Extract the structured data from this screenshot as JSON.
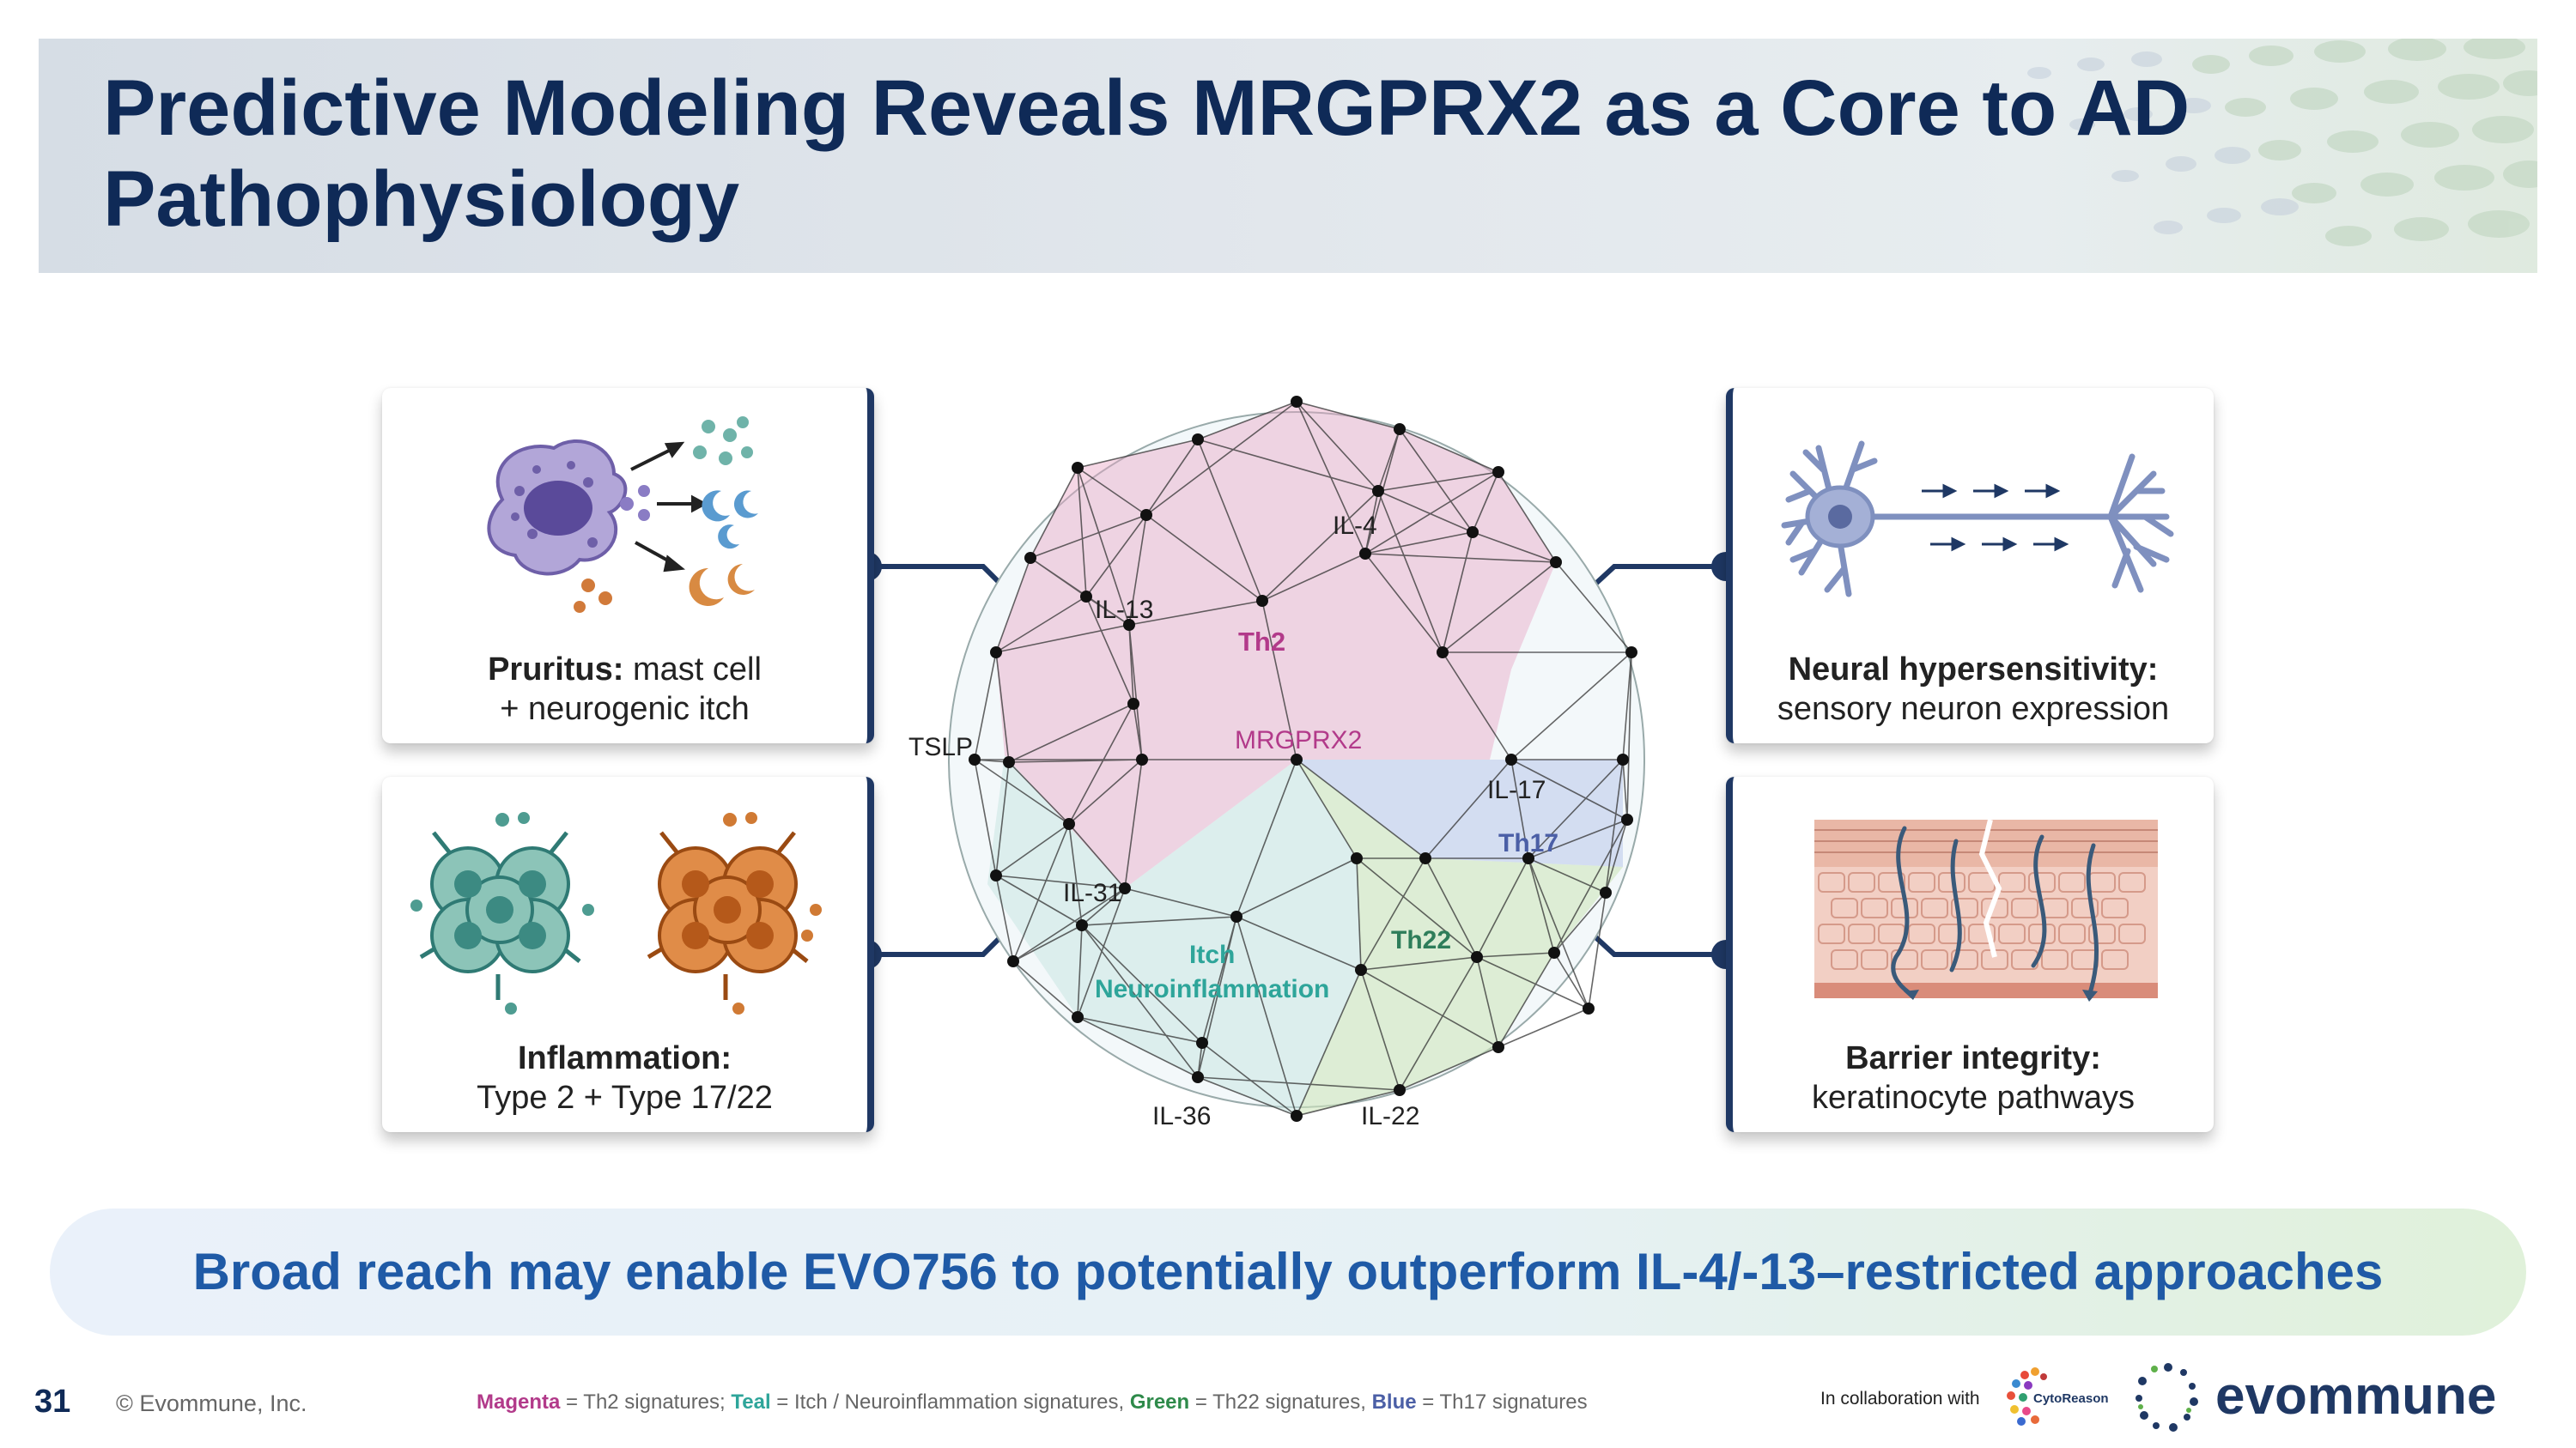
{
  "slide": {
    "title": "Predictive Modeling Reveals MRGPRX2 as a Core to AD Pathophysiology",
    "number": "31",
    "copyright": "© Evommune, Inc."
  },
  "panels": {
    "pruritus": {
      "bold": "Pruritus:",
      "rest": " mast cell",
      "line2": "+ neurogenic itch"
    },
    "inflammation": {
      "bold": "Inflammation:",
      "line2": "Type 2 + Type 17/22"
    },
    "neural": {
      "bold": "Neural hypersensitivity:",
      "line2": "sensory neuron expression"
    },
    "barrier": {
      "bold": "Barrier integrity:",
      "line2": "keratinocyte pathways"
    }
  },
  "network": {
    "labels": {
      "il4": "IL-4",
      "il13": "IL-13",
      "th2": "Th2",
      "tslp": "TSLP",
      "mrgprx2": "MRGPRX2",
      "il17": "IL-17",
      "th17": "Th17",
      "il31": "IL-31",
      "itch": "Itch",
      "neuroinflammation": "Neuroinflammation",
      "th22": "Th22",
      "il36": "IL-36",
      "il22": "IL-22"
    },
    "colors": {
      "th2": "#e8a6c6",
      "itch": "#c8e6e1",
      "th22": "#cfe6bd",
      "th17": "#b8c6ea",
      "th2_text": "#b23a8a",
      "itch_text": "#2ea59a",
      "th22_text": "#2e7d5a",
      "th17_text": "#4b5fa6"
    }
  },
  "banner": {
    "text": "Broad reach may enable EVO756 to potentially outperform IL-4/-13–restricted approaches"
  },
  "legend": {
    "magenta": "Magenta",
    "magenta_desc": " = Th2 signatures; ",
    "teal": "Teal",
    "teal_desc": " = Itch / Neuroinflammation signatures, ",
    "green": "Green",
    "green_desc": " = Th22 signatures, ",
    "blue": "Blue",
    "blue_desc": " = Th17 signatures"
  },
  "collab": {
    "text": "In collaboration with",
    "partner": "CytoReason",
    "company": "evommune"
  }
}
